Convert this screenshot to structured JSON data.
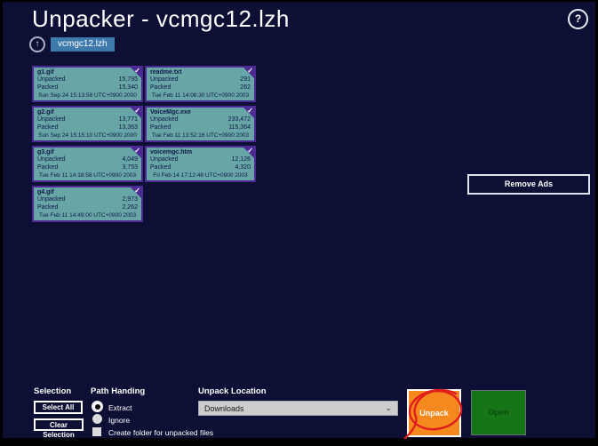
{
  "window": {
    "title": "Unpacker - vcmgc12.lzh"
  },
  "icons": {
    "help": "?",
    "up": "↑",
    "check": "✓",
    "chevron_down": "⌄"
  },
  "breadcrumb": {
    "tag": "vcmgc12.lzh"
  },
  "labels": {
    "unpacked": "Unpacked",
    "packed": "Packed"
  },
  "files": [
    {
      "name": "g1.gif",
      "unpacked": "15,795",
      "packed": "15,340",
      "date": "Sun Sep 24 15:13:58 UTC+0900 2000",
      "selected": true
    },
    {
      "name": "readme.txt",
      "unpacked": "291",
      "packed": "262",
      "date": "Tue Feb 11 14:08:30 UTC+0900 2003",
      "selected": true
    },
    {
      "name": "g2.gif",
      "unpacked": "13,771",
      "packed": "13,363",
      "date": "Sun Sep 24 15:15:10 UTC+0900 2000",
      "selected": true
    },
    {
      "name": "VoiceMgc.exe",
      "unpacked": "233,472",
      "packed": "115,364",
      "date": "Tue Feb 11 13:52:16 UTC+0900 2003",
      "selected": true
    },
    {
      "name": "g3.gif",
      "unpacked": "4,049",
      "packed": "3,753",
      "date": "Tue Feb 11 14:18:58 UTC+0900 2003",
      "selected": true
    },
    {
      "name": "voicemgc.htm",
      "unpacked": "12,126",
      "packed": "4,320",
      "date": "Fri Feb 14 17:12:48 UTC+0900 2003",
      "selected": true
    },
    {
      "name": "g4.gif",
      "unpacked": "2,973",
      "packed": "2,262",
      "date": "Tue Feb 11 14:49:00 UTC+0900 2003",
      "selected": true
    }
  ],
  "remove_ads": {
    "label": "Remove Ads"
  },
  "bottom": {
    "selection": {
      "title": "Selection",
      "select_all": "Select All",
      "clear_selection": "Clear Selection"
    },
    "path_handling": {
      "title": "Path Handing",
      "extract": "Extract",
      "ignore": "Ignore",
      "create_folder": "Create folder for unpacked files",
      "extract_selected": true
    },
    "unpack_location": {
      "title": "Unpack Location",
      "value": "Downloads"
    },
    "unpack": {
      "label": "Unpack"
    },
    "open": {
      "label": "Open"
    }
  },
  "colors": {
    "background": "#0d1034",
    "tile_body": "#68a5a6",
    "tile_border": "#4b2b91",
    "tag_blue": "#3e7aab",
    "unpack_orange": "#f5891d",
    "open_green": "#157517",
    "annotation_red": "#e11d1d"
  }
}
